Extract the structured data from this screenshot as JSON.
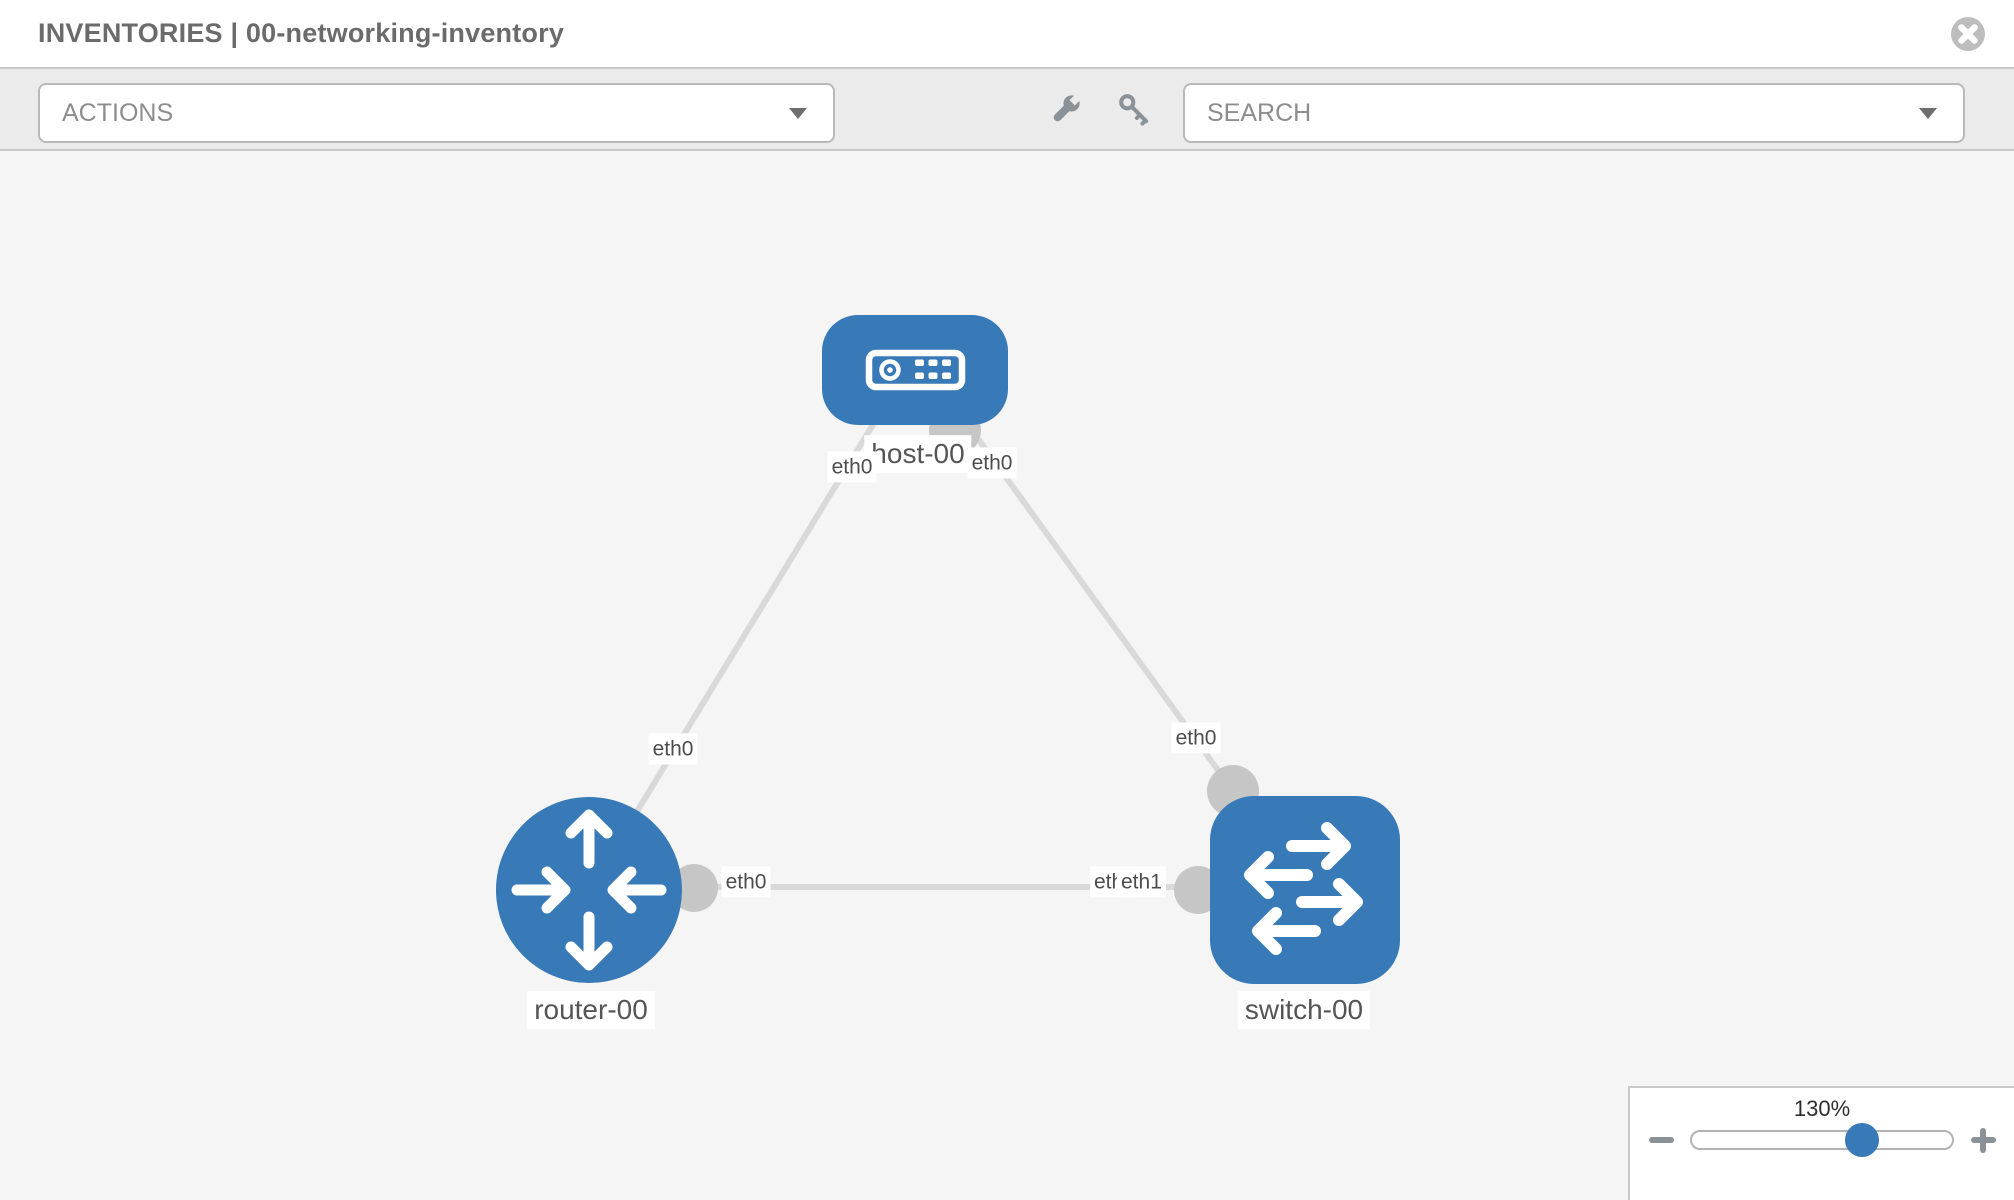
{
  "header": {
    "title": "INVENTORIES | 00-networking-inventory"
  },
  "toolbar": {
    "actions_placeholder": "ACTIONS",
    "search_placeholder": "SEARCH"
  },
  "topology": {
    "nodes": [
      {
        "id": "host-00",
        "type": "host",
        "label": "host-00"
      },
      {
        "id": "router-00",
        "type": "router",
        "label": "router-00"
      },
      {
        "id": "switch-00",
        "type": "switch",
        "label": "switch-00"
      }
    ],
    "links": [
      {
        "source": "host-00",
        "target": "router-00"
      },
      {
        "source": "host-00",
        "target": "switch-00"
      },
      {
        "source": "router-00",
        "target": "switch-00"
      }
    ],
    "interfaces": {
      "host_left": "eth0",
      "host_right": "eth0",
      "host_router_mid": "eth0",
      "host_switch_mid": "eth0",
      "router_switch_router_side": "eth0",
      "router_switch_switch_side_back": "eth0",
      "router_switch_switch_side_front": "eth1"
    }
  },
  "zoom_control": {
    "level": "130%"
  },
  "colors": {
    "node_blue": "#3879b7",
    "link_gray": "#d9d9d9",
    "port_gray": "#c6c6c6",
    "panel_border": "#c9c9c9"
  }
}
